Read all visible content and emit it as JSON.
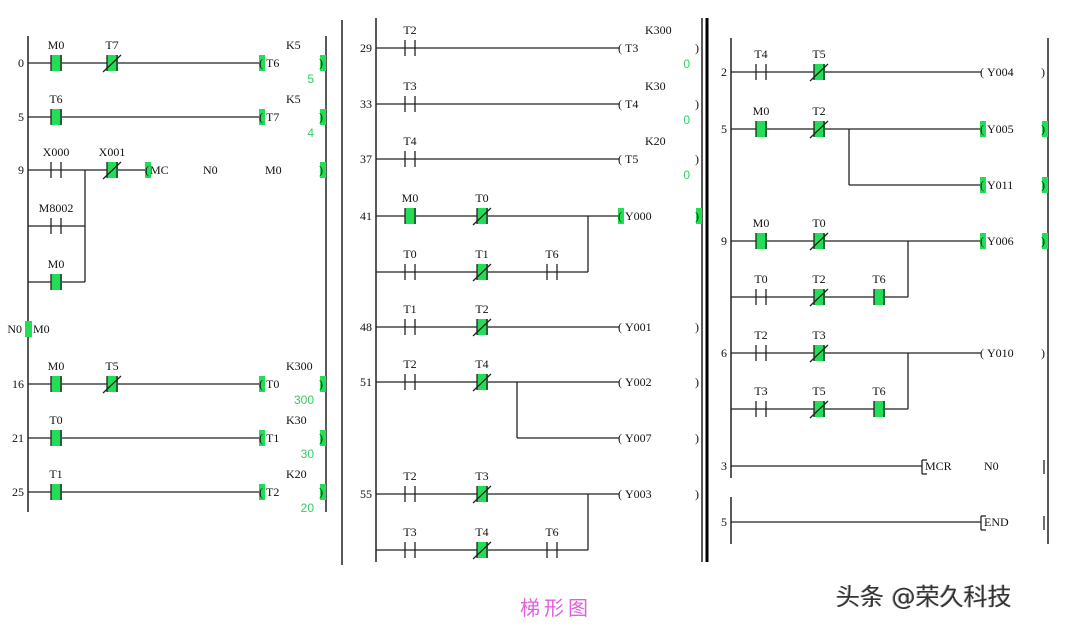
{
  "caption": "梯形图",
  "watermark": "头条 @荣久科技",
  "colors": {
    "active": "#22dd55",
    "wire": "#222222",
    "current_value": "#33cc66"
  },
  "panels": [
    {
      "id": "panel-1",
      "rungs": [
        {
          "step": "0",
          "elements": [
            {
              "type": "contact-no",
              "label": "M0",
              "active": true
            },
            {
              "type": "contact-nc",
              "label": "T7",
              "active": true
            }
          ],
          "output": {
            "type": "timer",
            "label": "T6",
            "preset": "K5",
            "current": "5",
            "active": true
          }
        },
        {
          "step": "5",
          "elements": [
            {
              "type": "contact-no",
              "label": "T6",
              "active": true
            }
          ],
          "output": {
            "type": "timer",
            "label": "T7",
            "preset": "K5",
            "current": "4",
            "active": true
          }
        },
        {
          "step": "9",
          "elements": [
            {
              "type": "contact-no",
              "label": "X000",
              "active": false
            },
            {
              "type": "contact-nc",
              "label": "X001",
              "active": true
            }
          ],
          "branches": [
            {
              "type": "contact-no",
              "label": "M8002",
              "active": false
            },
            {
              "type": "contact-no",
              "label": "M0",
              "active": true
            }
          ],
          "output": {
            "type": "mc",
            "label": "MC",
            "operand1": "N0",
            "operand2": "M0",
            "active": true
          }
        },
        {
          "step": "",
          "mc_marker": {
            "left": "N0",
            "right": "M0"
          }
        },
        {
          "step": "16",
          "elements": [
            {
              "type": "contact-no",
              "label": "M0",
              "active": true
            },
            {
              "type": "contact-nc",
              "label": "T5",
              "active": true
            }
          ],
          "output": {
            "type": "timer",
            "label": "T0",
            "preset": "K300",
            "current": "300",
            "active": true
          }
        },
        {
          "step": "21",
          "elements": [
            {
              "type": "contact-no",
              "label": "T0",
              "active": true
            }
          ],
          "output": {
            "type": "timer",
            "label": "T1",
            "preset": "K30",
            "current": "30",
            "active": true
          }
        },
        {
          "step": "25",
          "elements": [
            {
              "type": "contact-no",
              "label": "T1",
              "active": true
            }
          ],
          "output": {
            "type": "timer",
            "label": "T2",
            "preset": "K20",
            "current": "20",
            "active": true
          }
        }
      ]
    },
    {
      "id": "panel-2",
      "rungs": [
        {
          "step": "29",
          "elements": [
            {
              "type": "contact-no",
              "label": "T2",
              "active": false
            }
          ],
          "output": {
            "type": "timer",
            "label": "T3",
            "preset": "K300",
            "current": "0",
            "active": false
          }
        },
        {
          "step": "33",
          "elements": [
            {
              "type": "contact-no",
              "label": "T3",
              "active": false
            }
          ],
          "output": {
            "type": "timer",
            "label": "T4",
            "preset": "K30",
            "current": "0",
            "active": false
          }
        },
        {
          "step": "37",
          "elements": [
            {
              "type": "contact-no",
              "label": "T4",
              "active": false
            }
          ],
          "output": {
            "type": "timer",
            "label": "T5",
            "preset": "K20",
            "current": "0",
            "active": false
          }
        },
        {
          "step": "41",
          "elements": [
            {
              "type": "contact-no",
              "label": "M0",
              "active": true
            },
            {
              "type": "contact-nc",
              "label": "T0",
              "active": true
            }
          ],
          "parallel": [
            {
              "type": "contact-no",
              "label": "T0",
              "active": false
            },
            {
              "type": "contact-nc",
              "label": "T1",
              "active": true
            },
            {
              "type": "contact-no",
              "label": "T6",
              "active": false
            }
          ],
          "output": {
            "type": "coil",
            "label": "Y000",
            "active": true
          }
        },
        {
          "step": "48",
          "elements": [
            {
              "type": "contact-no",
              "label": "T1",
              "active": false
            },
            {
              "type": "contact-nc",
              "label": "T2",
              "active": true
            }
          ],
          "output": {
            "type": "coil",
            "label": "Y001",
            "active": false
          }
        },
        {
          "step": "51",
          "elements": [
            {
              "type": "contact-no",
              "label": "T2",
              "active": false
            },
            {
              "type": "contact-nc",
              "label": "T4",
              "active": true
            }
          ],
          "output": {
            "type": "coil",
            "label": "Y002",
            "active": false
          },
          "extra_output": {
            "type": "coil",
            "label": "Y007",
            "active": false
          }
        },
        {
          "step": "55",
          "elements": [
            {
              "type": "contact-no",
              "label": "T2",
              "active": false
            },
            {
              "type": "contact-nc",
              "label": "T3",
              "active": true
            }
          ],
          "parallel": [
            {
              "type": "contact-no",
              "label": "T3",
              "active": false
            },
            {
              "type": "contact-nc",
              "label": "T4",
              "active": true
            },
            {
              "type": "contact-no",
              "label": "T6",
              "active": false
            }
          ],
          "output": {
            "type": "coil",
            "label": "Y003",
            "active": false
          }
        }
      ]
    },
    {
      "id": "panel-3",
      "rungs": [
        {
          "step": "2",
          "elements": [
            {
              "type": "contact-no",
              "label": "T4",
              "active": false
            },
            {
              "type": "contact-nc",
              "label": "T5",
              "active": true
            }
          ],
          "output": {
            "type": "coil",
            "label": "Y004",
            "active": false
          }
        },
        {
          "step": "5",
          "elements": [
            {
              "type": "contact-no",
              "label": "M0",
              "active": true
            },
            {
              "type": "contact-nc",
              "label": "T2",
              "active": true
            }
          ],
          "output": {
            "type": "coil",
            "label": "Y005",
            "active": true
          },
          "extra_output": {
            "type": "coil",
            "label": "Y011",
            "active": true
          }
        },
        {
          "step": "9",
          "elements": [
            {
              "type": "contact-no",
              "label": "M0",
              "active": true
            },
            {
              "type": "contact-nc",
              "label": "T0",
              "active": true
            }
          ],
          "parallel": [
            {
              "type": "contact-no",
              "label": "T0",
              "active": false
            },
            {
              "type": "contact-nc",
              "label": "T2",
              "active": true
            },
            {
              "type": "contact-no",
              "label": "T6",
              "active": true
            }
          ],
          "output": {
            "type": "coil",
            "label": "Y006",
            "active": true
          }
        },
        {
          "step": "6",
          "elements": [
            {
              "type": "contact-no",
              "label": "T2",
              "active": false
            },
            {
              "type": "contact-nc",
              "label": "T3",
              "active": true
            }
          ],
          "parallel": [
            {
              "type": "contact-no",
              "label": "T3",
              "active": false
            },
            {
              "type": "contact-nc",
              "label": "T5",
              "active": true
            },
            {
              "type": "contact-no",
              "label": "T6",
              "active": true
            }
          ],
          "output": {
            "type": "coil",
            "label": "Y010",
            "active": false
          }
        },
        {
          "step": "3",
          "output": {
            "type": "instr",
            "label": "MCR",
            "operand1": "N0"
          }
        },
        {
          "step": "5",
          "output": {
            "type": "instr",
            "label": "END"
          }
        }
      ]
    }
  ]
}
